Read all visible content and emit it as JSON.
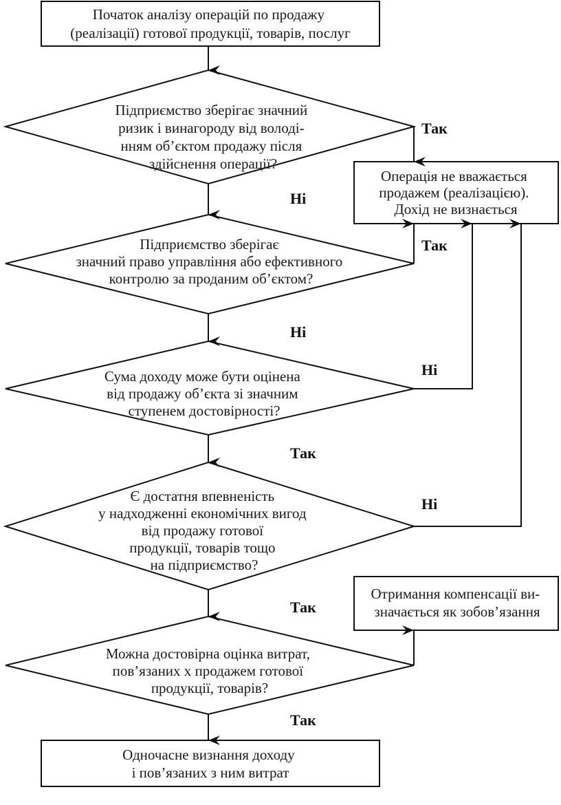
{
  "diagram": {
    "type": "flowchart",
    "language": "uk",
    "nodes": {
      "start": {
        "kind": "process",
        "lines": [
          "Початок аналізу операцій по продажу",
          "(реалізації) готової продукції, товарів, послуг"
        ]
      },
      "q1": {
        "kind": "decision",
        "lines": [
          "Підприємство зберігає значний",
          "ризик і винагороду від володі-",
          "нням об’єктом продажу після",
          "здійснення операції?"
        ]
      },
      "not_sale": {
        "kind": "process",
        "lines": [
          "Операція не вважається",
          "продажем (реалізацією).",
          "Дохід не визнається"
        ]
      },
      "q2": {
        "kind": "decision",
        "lines": [
          "Підприємство зберігає",
          "значний право управління або ефективного",
          "контролю за проданим об’єктом?"
        ]
      },
      "q3": {
        "kind": "decision",
        "lines": [
          "Сума доходу може бути оцінена",
          "від продажу об’єкта зі значним",
          "ступенем достовірності?"
        ]
      },
      "q4": {
        "kind": "decision",
        "lines": [
          "Є достатня впевненість",
          "у надходженні економічних вигод",
          "від продажу готової",
          "продукції, товарів тощо",
          "на підприємство?"
        ]
      },
      "liability": {
        "kind": "process",
        "lines": [
          "Отримання компенсації ви-",
          "значається як зобов’язання"
        ]
      },
      "q5": {
        "kind": "decision",
        "lines": [
          "Можна достовірна оцінка витрат,",
          "пов’язаних х продажем готової",
          "продукції, товарів?"
        ]
      },
      "end": {
        "kind": "process",
        "lines": [
          "Одночасне визнання доходу",
          "і пов’язаних з ним витрат"
        ]
      }
    },
    "edges": [
      {
        "from": "start",
        "to": "q1",
        "label": ""
      },
      {
        "from": "q1",
        "to": "not_sale",
        "label": "Так"
      },
      {
        "from": "q1",
        "to": "q2",
        "label": "Ні"
      },
      {
        "from": "q2",
        "to": "not_sale",
        "label": "Так"
      },
      {
        "from": "q2",
        "to": "q3",
        "label": "Ні"
      },
      {
        "from": "q3",
        "to": "not_sale",
        "label": "Ні"
      },
      {
        "from": "q3",
        "to": "q4",
        "label": "Так"
      },
      {
        "from": "q4",
        "to": "not_sale",
        "label": "Ні"
      },
      {
        "from": "q4",
        "to": "q5",
        "label": "Так"
      },
      {
        "from": "q5",
        "to": "liability",
        "label": ""
      },
      {
        "from": "q5",
        "to": "end",
        "label": "Так"
      }
    ]
  }
}
